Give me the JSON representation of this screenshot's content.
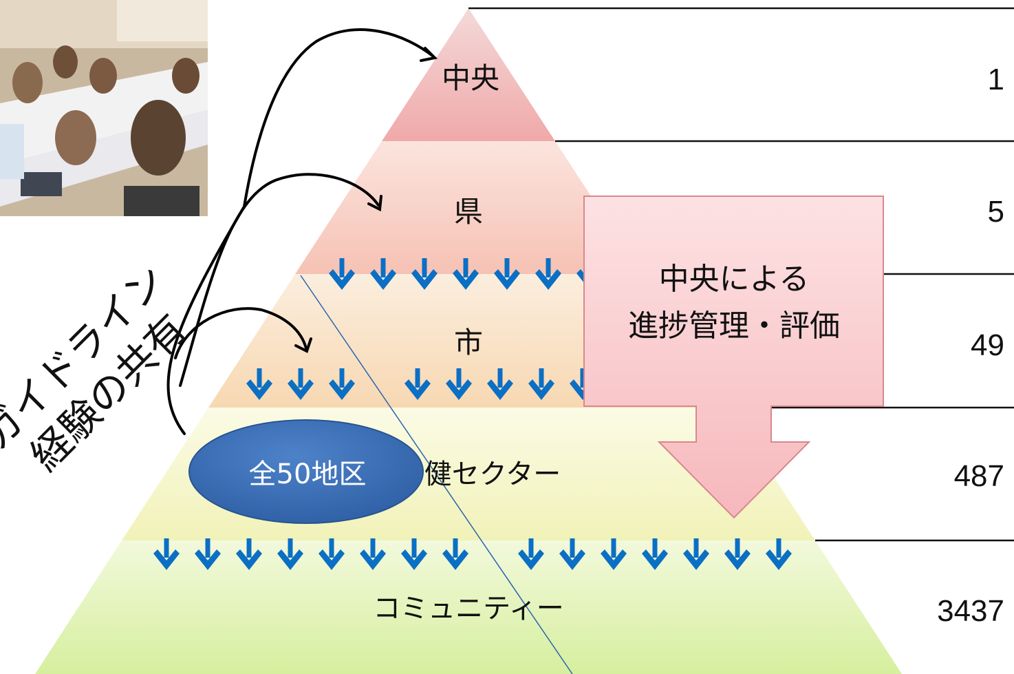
{
  "levels": [
    {
      "name": "中央",
      "count": "1"
    },
    {
      "name": "県",
      "count": "5"
    },
    {
      "name": "市",
      "count": "49"
    },
    {
      "name": "健セクター",
      "count": "487"
    },
    {
      "name": "コミュニティー",
      "count": "3437"
    }
  ],
  "callout": {
    "line1": "中央による",
    "line2": "進捗管理・評価"
  },
  "oval_label": "全50地区",
  "side_text": {
    "line1": "ガイドライン",
    "line2": "経験の共有"
  },
  "photo": {
    "alt": "workshop photo"
  },
  "colors": {
    "arrow_blue": "#0b6fc4",
    "callout_fill": "#f8c9cc",
    "callout_border": "#d9878d",
    "oval": "#3c6db4"
  }
}
